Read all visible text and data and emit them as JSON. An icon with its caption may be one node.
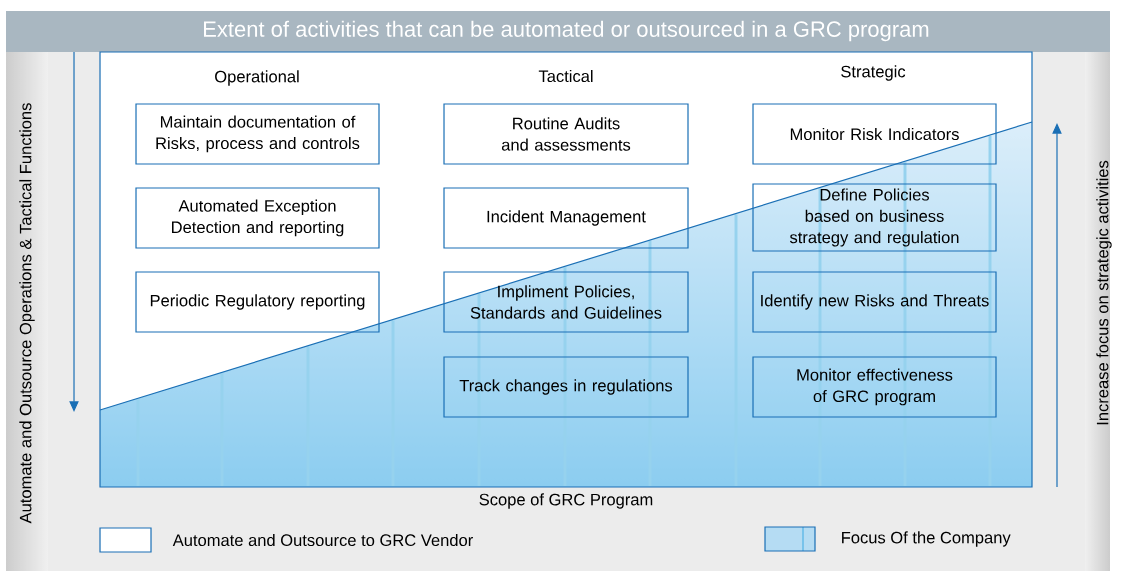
{
  "diagram": {
    "title": "Extent of activities that can be automated or outsourced in a GRC program",
    "nodes": [
      {
        "text": [
          "Maintain documentation of Risks, process and controls"
        ]
      },
      {
        "text": [
          "Automated Exception Detection and reporting"
        ]
      },
      {
        "text": [
          "Periodic Regulatory reporting"
        ]
      },
      {
        "text": [
          "Routine Audits and assessments"
        ]
      },
      {
        "text": [
          "Incident Management"
        ]
      },
      {
        "text": [
          "Impliment Policies, Standards and Guidelines"
        ]
      },
      {
        "text": [
          "Track changes in regulations"
        ]
      },
      {
        "text": [
          "Monitor Risk Indicators"
        ]
      },
      {
        "text": [
          "Define Policies based on business strategy and regulation"
        ]
      },
      {
        "text": [
          "Identify new Risks and Threats"
        ]
      },
      {
        "text": [
          "Monitor effectiveness of GRC program"
        ]
      }
    ],
    "labels": [
      "Operational",
      "Tactical",
      "Strategic",
      "Automate and Outsource Operations  & Tactical Functions",
      "Increase focus on strategic activities",
      "Scope of GRC Program"
    ],
    "legend": [
      {
        "text": "Automate and Outsource to GRC Vendor",
        "color": "#ffffff"
      },
      {
        "text": "Focus Of the Company",
        "color": "#b5dcf3"
      }
    ]
  }
}
